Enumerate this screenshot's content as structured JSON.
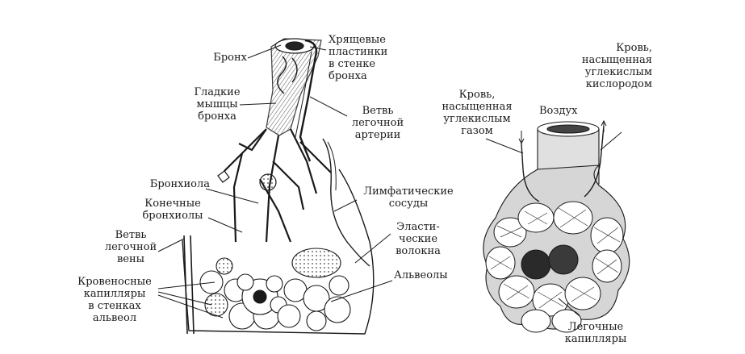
{
  "labels": {
    "bronchus": "Бронх",
    "cartilage": "Хрящевые\nпластинки\nв стенке\nбронха",
    "smooth_muscle": "Гладкие\nмышцы\nбронха",
    "pulmonary_artery_branch": "Ветвь\nлегочной\nартерии",
    "bronchiole": "Бронхиола",
    "lymph_vessels": "Лимфатические\nсосуды",
    "terminal_bronchioles": "Конечные\nбронхиолы",
    "elastic_fibers": "Эласти-\nческие\nволокна",
    "pulmonary_vein_branch": "Ветвь\nлегочной\nвены",
    "alveoli": "Альвеолы",
    "capillaries_in_walls": "Кровеносные\nкапилляры\nв стенках\nальвеол",
    "blood_co2": "Кровь,\nнасыщенная\nуглекислым\nгазом",
    "air": "Воздух",
    "blood_o2": "Кровь,\nнасыщенная\nуглекислым\nкислородом",
    "lung_capillaries": "Легочные\nкапилляры"
  },
  "colors": {
    "ink": "#1a1a1a",
    "shade": "#6e6e6e",
    "light_shade": "#b5b5b5",
    "background": "#ffffff"
  }
}
